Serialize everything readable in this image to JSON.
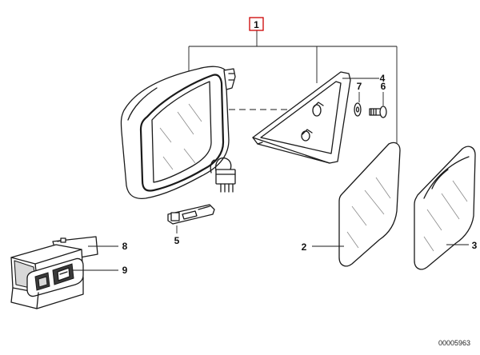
{
  "callouts": {
    "c1": "1",
    "c2": "2",
    "c3": "3",
    "c4": "4",
    "c5": "5",
    "c6": "6",
    "c7": "7",
    "c8": "8",
    "c9": "9"
  },
  "document_number": "00005963",
  "accent_color": "#cc0000"
}
